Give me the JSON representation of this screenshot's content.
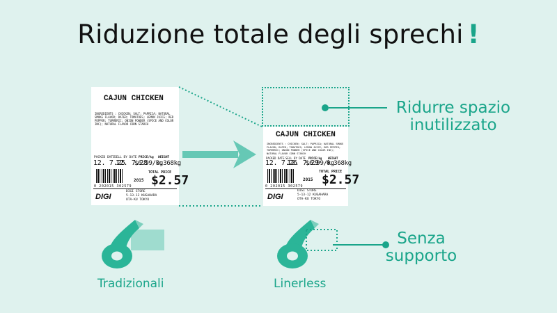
{
  "title": "Riduzione totale degli sprechi!",
  "title_excl": "!",
  "label": {
    "product": "CAJUN CHICKEN",
    "ingredients": "INGREDIENTS : CHICKEN; SALT; PAPRICA; NATURAL SMOKE FLAVOR; DATER; TOMATOES; LEMON JUICE; RED PEPPER; TURMERIC; ONION POWDER (SPICE AND COLOR INC); NATURAL FLAVOR CORN STARCH",
    "hdr_packed": "PACKED DATE",
    "hdr_sell": "SELL BY DATE",
    "hdr_price": "PRICE/kg",
    "hdr_weight": "WEIGHT",
    "packed_left": "12. 7.25",
    "sell_left": "12. 7.28",
    "packed_right": "12. 7.26",
    "sell_right": "12. 7.29",
    "price_per_kg": "$6.99/kg",
    "weight": "0.368kg",
    "total_price_label": "TOTAL PRICE",
    "year": "2015",
    "total_price": "$2.57",
    "barcode_num": "0 202015 302579",
    "logo": "DIGI",
    "store": "DIGI STORE\n5-13-12 KUGAHARA\nOTA-KU TOKYO"
  },
  "callout_top": "Ridurre spazio\ninutilizzato",
  "callout_bottom": "Senza\nsupporto",
  "caption_left": "Tradizionali",
  "caption_right": "Linerless",
  "colors": {
    "accent": "#1aa58a",
    "background": "#dff2ee",
    "arrow": "#66c8b5",
    "roll": "#2bb598"
  },
  "icons": [
    "arrow-right-icon",
    "roll-with-liner-icon",
    "linerless-roll-icon"
  ]
}
